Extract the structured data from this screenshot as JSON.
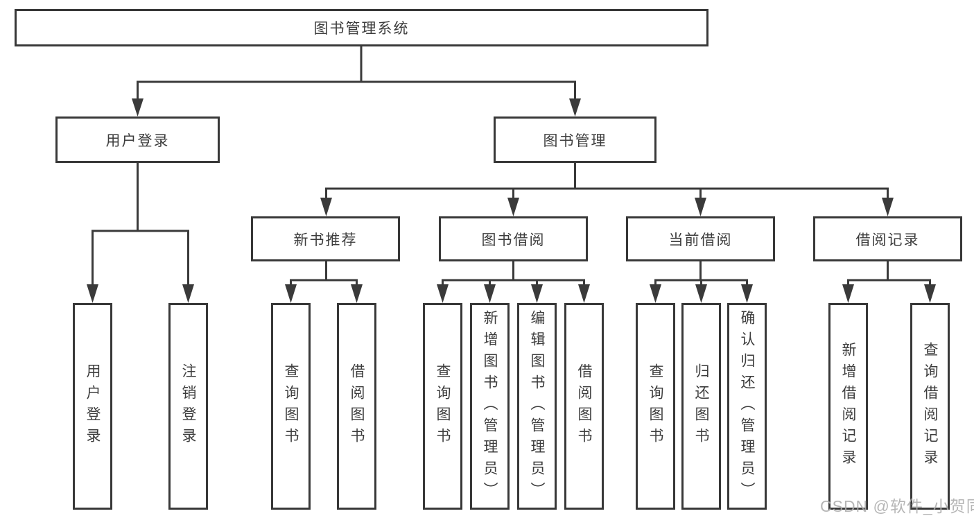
{
  "nodes": {
    "root": "图书管理系统",
    "user_login": "用户登录",
    "book_mgmt": "图书管理",
    "new_book_rec": "新书推荐",
    "book_borrow": "图书借阅",
    "current_borrow": "当前借阅",
    "borrow_records": "借阅记录",
    "login_children": [
      "用户登录",
      "注销登录"
    ],
    "new_book_children": [
      "查询图书",
      "借阅图书"
    ],
    "borrow_children": [
      "查询图书",
      "新增图书（管理员）",
      "编辑图书（管理员）",
      "借阅图书"
    ],
    "current_children": [
      "查询图书",
      "归还图书",
      "确认归还（管理员）"
    ],
    "records_children": [
      "新增借阅记录",
      "查询借阅记录"
    ]
  },
  "watermark": "CSDN @软件_小贺同学",
  "colors": {
    "line": "#3a3a3a",
    "box_border": "#383838",
    "text": "#3d3d3d",
    "watermark": "#acacac",
    "background": "#ffffff"
  }
}
